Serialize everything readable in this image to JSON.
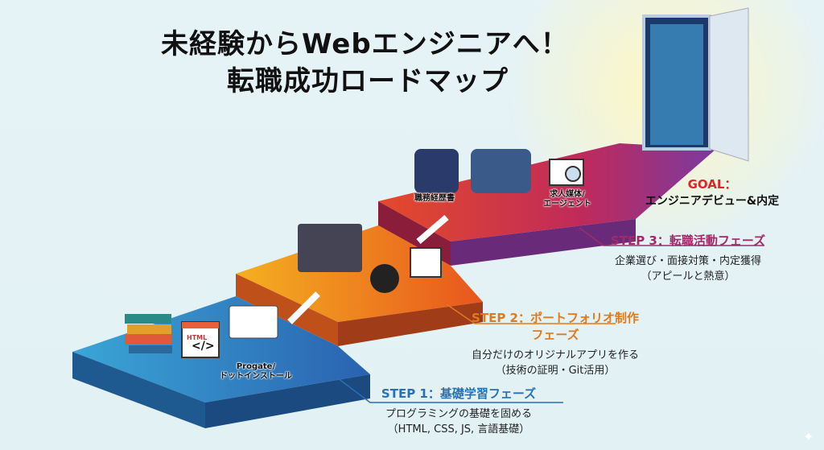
{
  "title": {
    "line1": "未経験からWebエンジニアへ！",
    "line2": "転職成功ロードマップ"
  },
  "goal": {
    "title": "GOAL：",
    "desc": "エンジニアデビュー&内定"
  },
  "steps": [
    {
      "title": "STEP 1：基礎学習フェーズ",
      "desc1": "プログラミングの基礎を固める",
      "desc2": "（HTML, CSS, JS, 言語基礎）",
      "color": "#2a6fb0"
    },
    {
      "title": "STEP 2：ポートフォリオ制作フェーズ",
      "desc1": "自分だけのオリジナルアプリを作る",
      "desc2": "（技術の証明・Git活用）",
      "color": "#e07a1c"
    },
    {
      "title": "STEP 3：転職活動フェーズ",
      "desc1": "企業選び・面接対策・内定獲得",
      "desc2": "（アピールと熱意）",
      "color": "#a02a6a"
    }
  ],
  "icon_labels": {
    "progate": "Progate/",
    "dotinstall": "ドットインストール",
    "resume": "職務経歴書",
    "media": "求人媒体/",
    "agent": "エージェント",
    "html": "HTML",
    "code": "</>"
  }
}
